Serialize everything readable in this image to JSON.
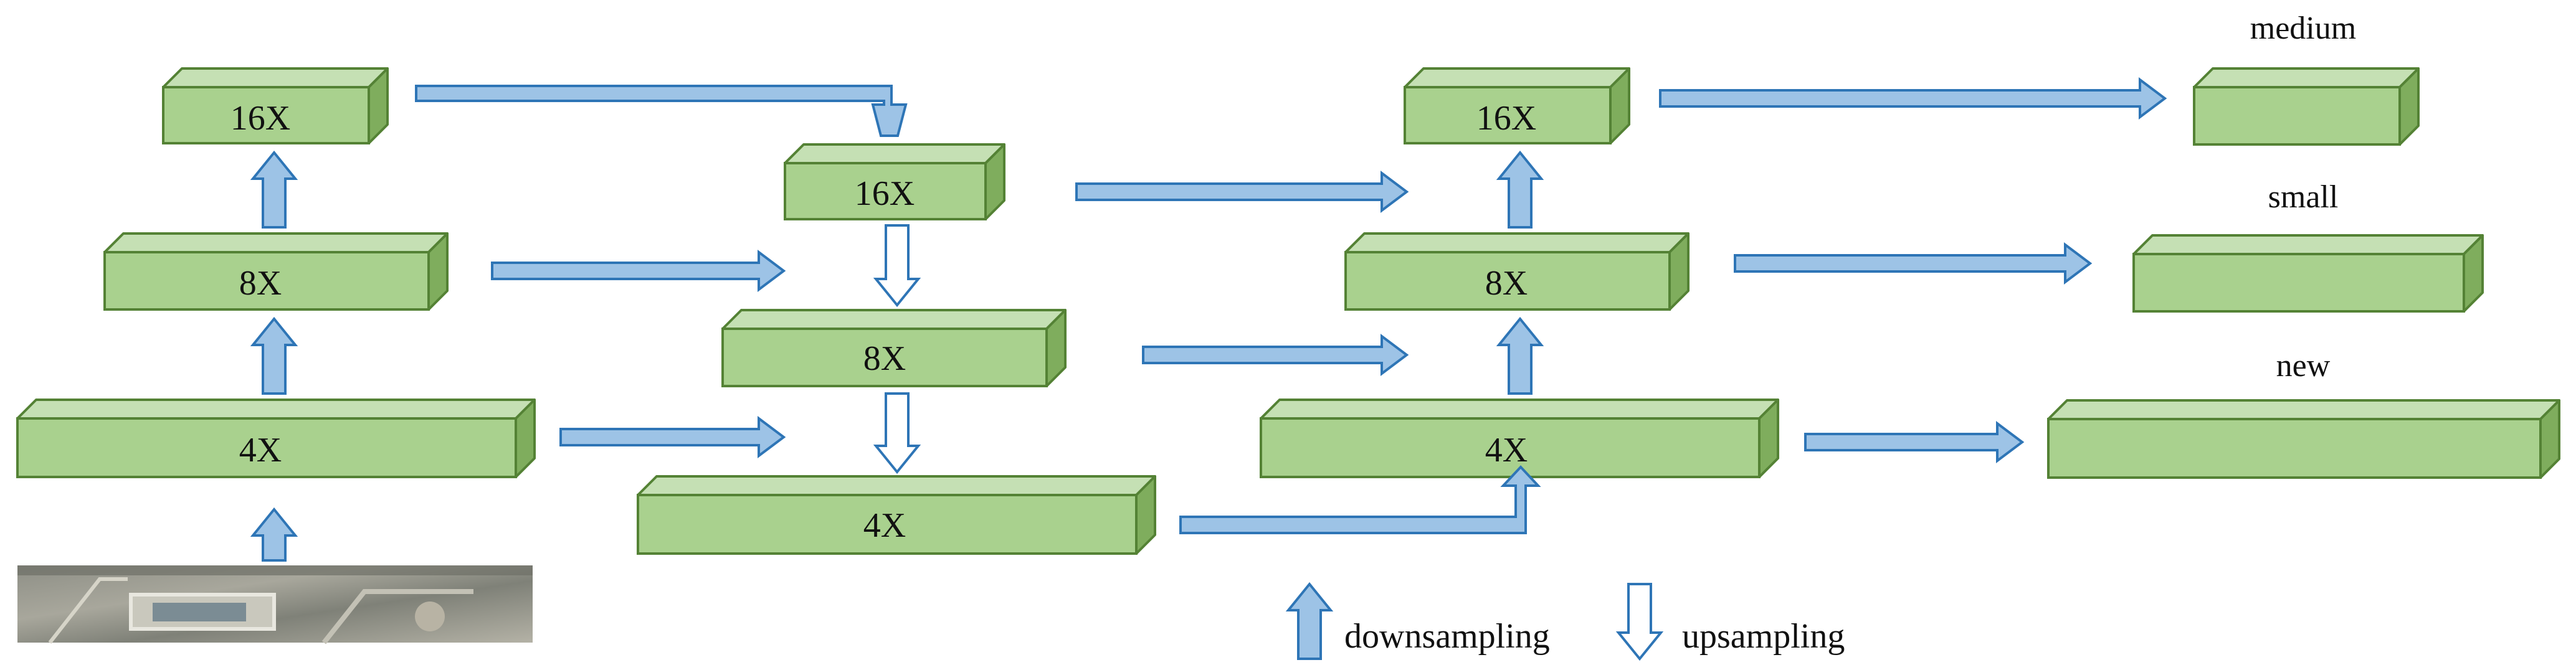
{
  "colors": {
    "block_front": "#a9d18e",
    "block_top": "#c5e0b4",
    "block_side": "#7fad5d",
    "block_stroke": "#548235",
    "arrow_fill": "#9dc3e6",
    "arrow_stroke": "#2e75b6",
    "hollow_fill": "#ffffff",
    "text": "#111111"
  },
  "backbone": {
    "b16": "16X",
    "b8": "8X",
    "b4": "4X",
    "thumbnail": "aerial-image-input"
  },
  "topdown": {
    "t16": "16X",
    "t8": "8X",
    "t4": "4X"
  },
  "bottomup": {
    "u16": "16X",
    "u8": "8X",
    "u4": "4X"
  },
  "outputs": {
    "medium": "medium",
    "small": "small",
    "new": "new"
  },
  "legend": {
    "downsampling": "downsampling",
    "upsampling": "upsampling"
  }
}
